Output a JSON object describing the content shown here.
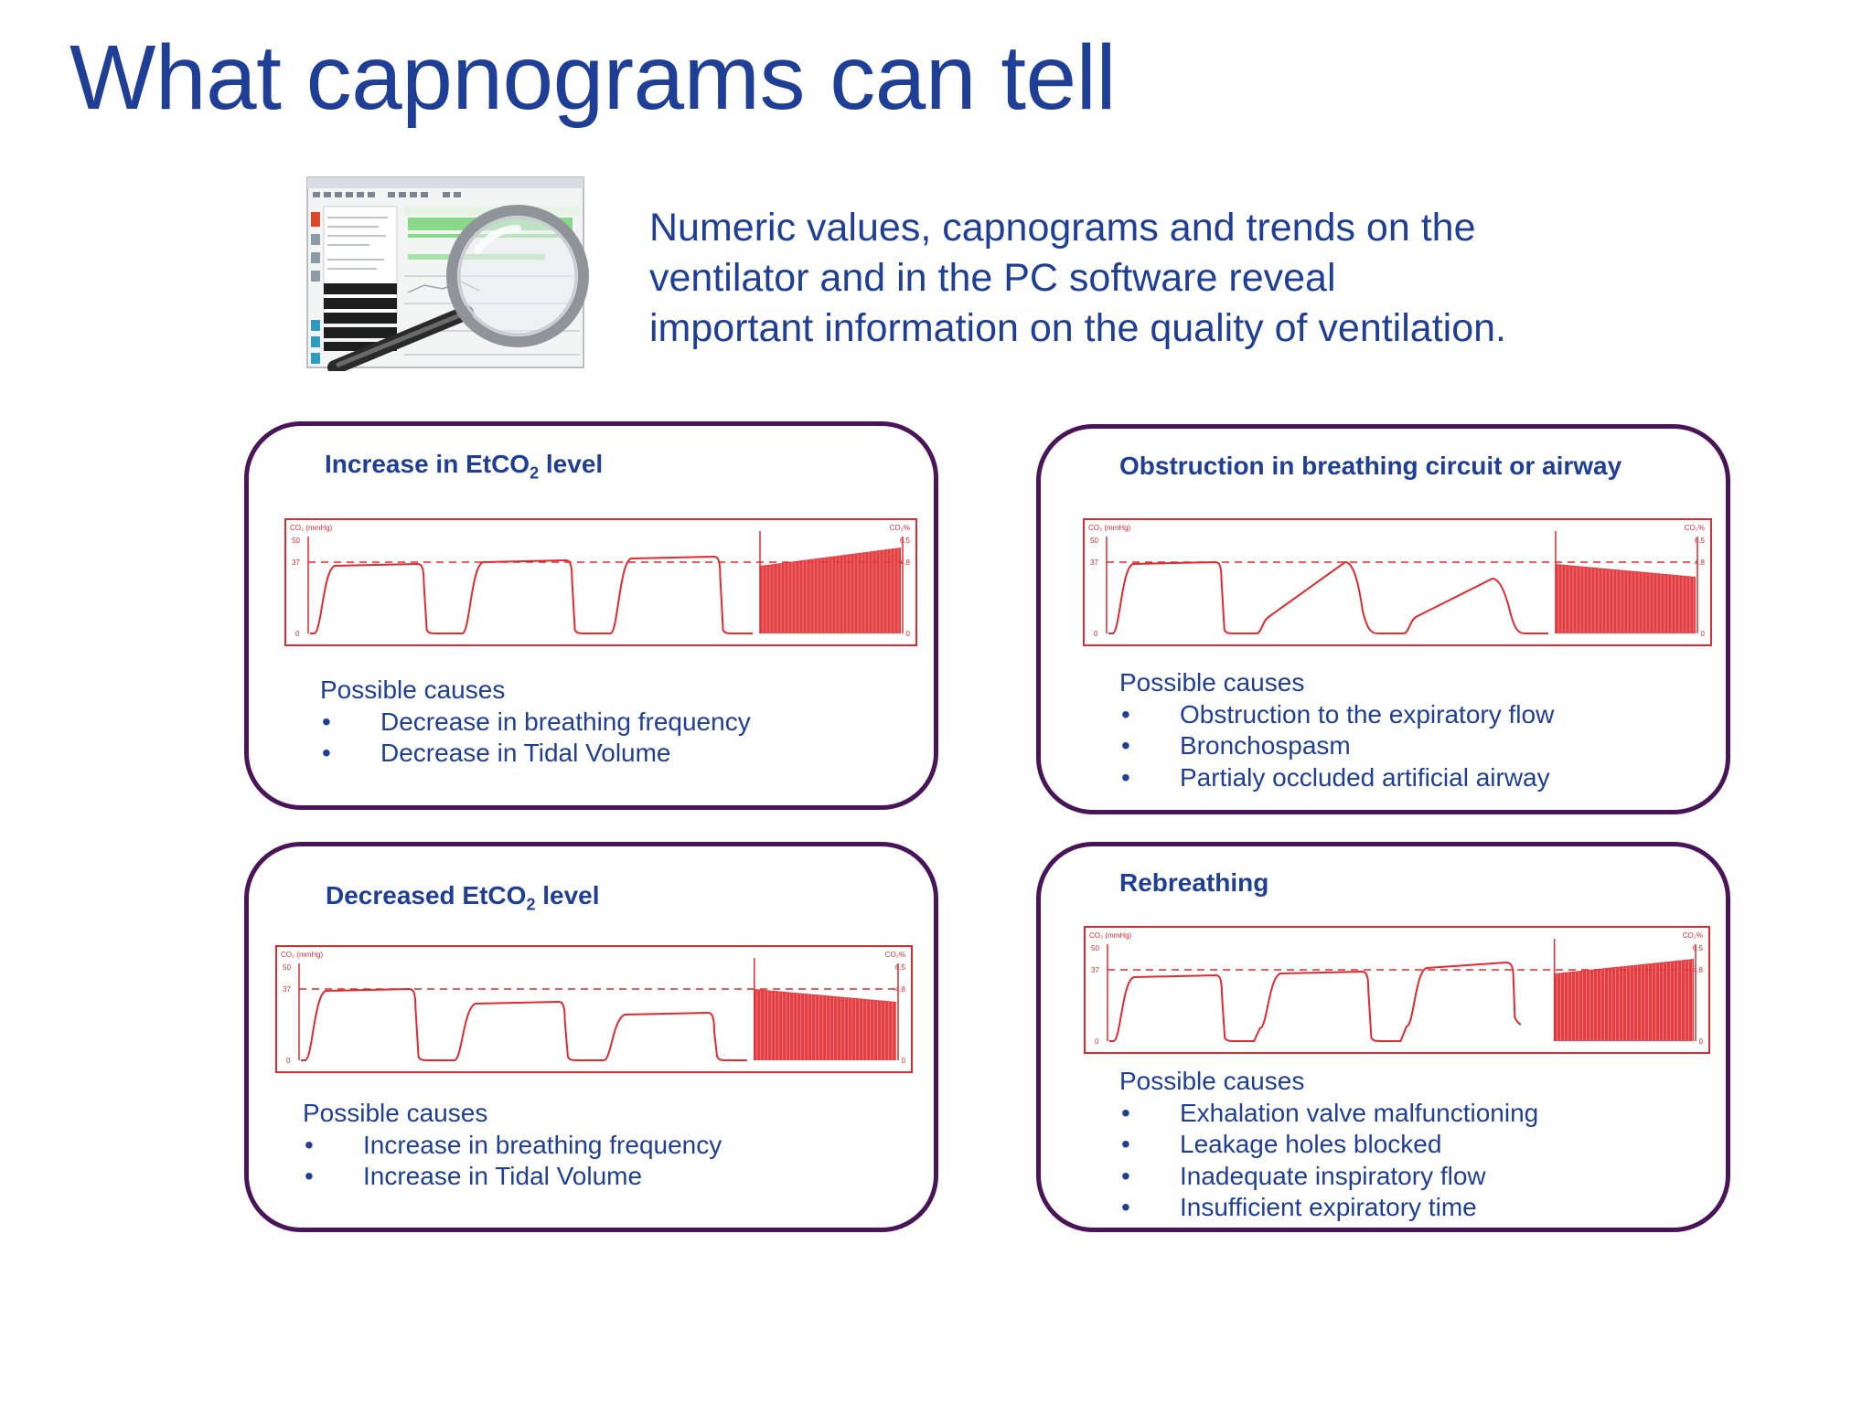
{
  "page": {
    "title": "What capnograms can tell",
    "intro_lines": [
      "Numeric values, capnograms and trends on the",
      "ventilator and in the PC software reveal",
      "important information on the quality of ventilation."
    ]
  },
  "colors": {
    "title": "#1f3f96",
    "card_border": "#4a1459",
    "waveform": "#e02a2f"
  },
  "icons": {
    "magnifier": "magnifying-glass-icon",
    "software": "pc-software-screenshot"
  },
  "capnogram_labels": {
    "y_left": "CO₂ (mmHg)",
    "y_right": "CO₂%",
    "left_ticks": [
      "50",
      "37",
      "0"
    ],
    "right_ticks": [
      "6.5",
      "4.8",
      "0"
    ]
  },
  "cards": [
    {
      "title_main": "Increase in EtCO",
      "title_sub": "2",
      "title_end": " level",
      "causes_header": "Possible causes",
      "bullet": "•",
      "causes": [
        "Decrease in breathing frequency",
        "Decrease in Tidal Volume"
      ],
      "waveform": "increase"
    },
    {
      "title_main": "Obstruction in breathing circuit or airway",
      "title_sub": "",
      "title_end": "",
      "causes_header": "Possible causes",
      "bullet": "•",
      "causes": [
        "Obstruction to the expiratory flow",
        "Bronchospasm",
        "Partialy occluded artificial airway"
      ],
      "waveform": "obstruction"
    },
    {
      "title_main": "Decreased EtCO",
      "title_sub": "2",
      "title_end": " level",
      "causes_header": "Possible causes",
      "bullet": "•",
      "causes": [
        "Increase in breathing frequency",
        "Increase in Tidal Volume"
      ],
      "waveform": "decrease"
    },
    {
      "title_main": "Rebreathing",
      "title_sub": "",
      "title_end": "",
      "causes_header": "Possible causes",
      "bullet": "•",
      "causes": [
        "Exhalation valve malfunctioning",
        "Leakage holes blocked",
        "Inadequate inspiratory flow",
        "Insufficient expiratory time"
      ],
      "waveform": "rebreathing"
    }
  ]
}
